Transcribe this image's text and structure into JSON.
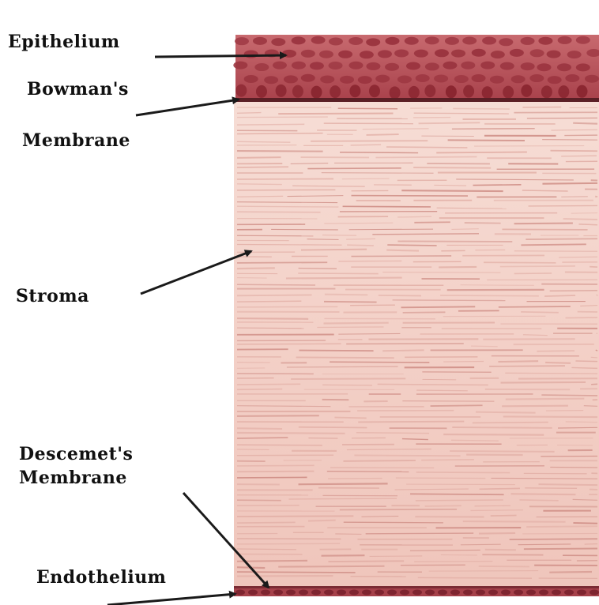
{
  "labels": {
    "epithelium": "Epithelium",
    "bowmans_line1": "Bowman's",
    "bowmans_line2": "Membrane",
    "stroma": "Stroma",
    "descemets_line1": "Descemet's",
    "descemets_line2": "Membrane",
    "endothelium": "Endothelium"
  },
  "colors": {
    "epithelium": "#b5474f",
    "epithelium_cells": "#8e2a35",
    "stroma": "#f3d2ca",
    "stroma_fiber": "#d99a8f",
    "endothelium": "#9b3a44",
    "arrow": "#1a1a1a",
    "background_text": "#d6d6d6"
  },
  "icons": {
    "arrow": "arrow-icon"
  }
}
